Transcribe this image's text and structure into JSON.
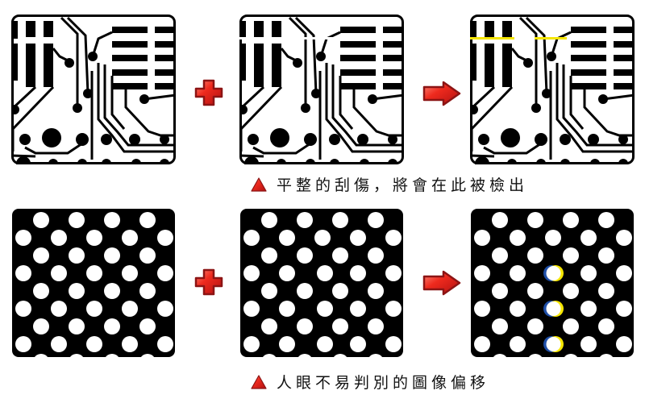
{
  "rows": [
    {
      "name": "scratch-example",
      "caption": "平整的刮傷，將會在此被檢出",
      "panels": [
        "reference-pcb",
        "scratched-pcb",
        "result-pcb-with-defect-highlight"
      ],
      "operator_icon": "plus-icon",
      "result_icon": "arrow-right-icon"
    },
    {
      "name": "offset-example",
      "caption": "人眼不易判別的圖像偏移",
      "panels": [
        "reference-dot-grid",
        "shifted-dot-grid",
        "result-dot-grid-with-offset-highlight"
      ],
      "operator_icon": "plus-icon",
      "result_icon": "arrow-right-icon"
    }
  ],
  "colors": {
    "accent_red": "#e0201e",
    "highlight_yellow": "#f5e600",
    "highlight_blue": "#1f4fa8"
  }
}
